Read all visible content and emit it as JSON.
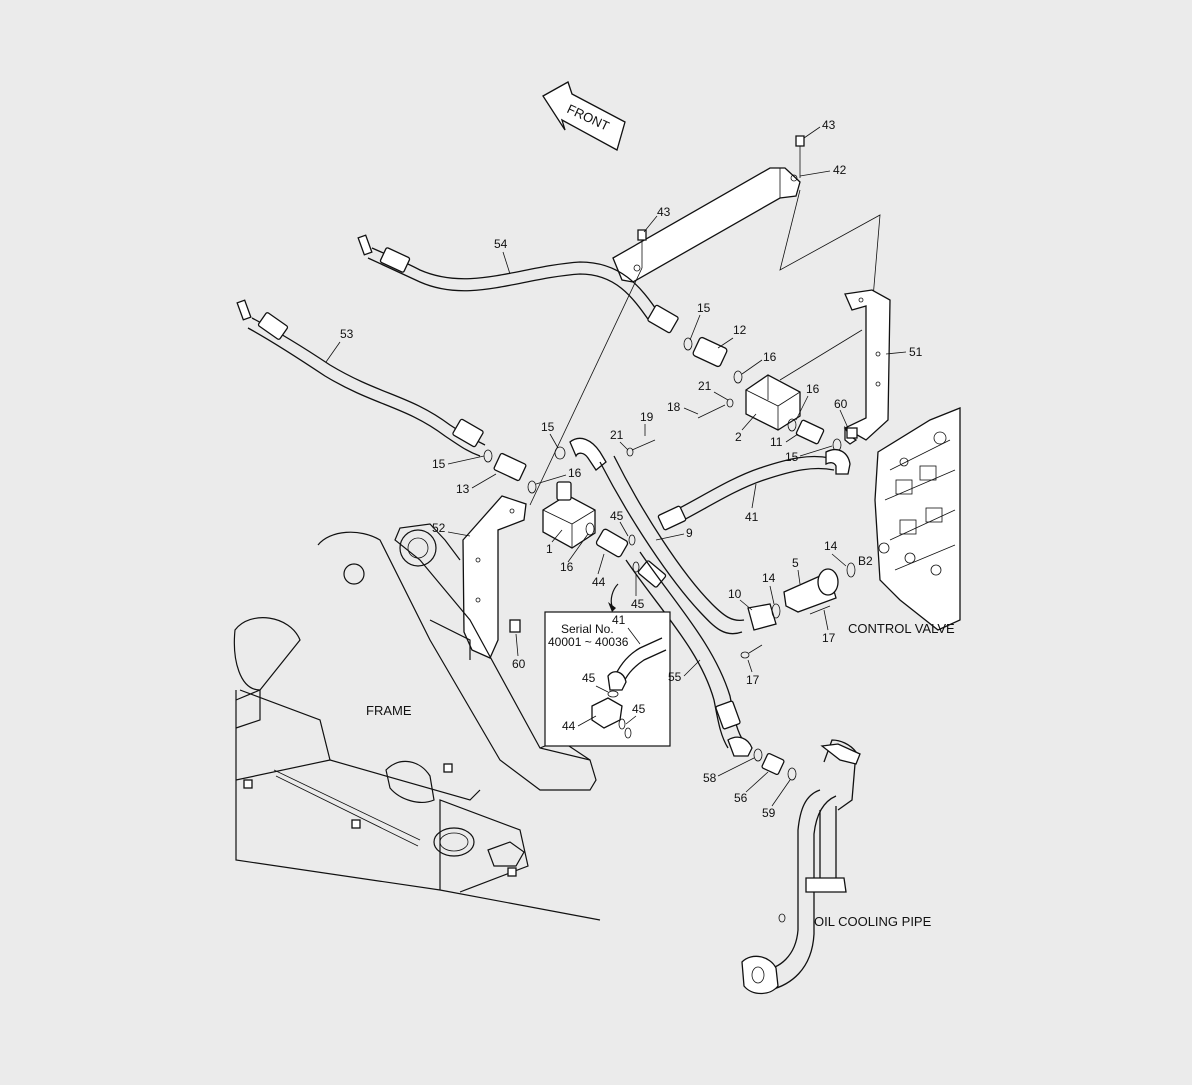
{
  "diagram": {
    "direction_label": "FRONT",
    "inset": {
      "serial_title": "Serial No.",
      "serial_range": "40001 ~ 40036"
    },
    "area_labels": {
      "frame": "FRAME",
      "control_valve": "CONTROL VALVE",
      "oil_cooling_pipe": "OIL COOLING PIPE",
      "port": "B2"
    },
    "callouts": [
      "43",
      "42",
      "43",
      "54",
      "15",
      "12",
      "16",
      "21",
      "18",
      "2",
      "16",
      "60",
      "51",
      "11",
      "15",
      "53",
      "15",
      "19",
      "21",
      "15",
      "13",
      "16",
      "41",
      "52",
      "1",
      "45",
      "9",
      "16",
      "44",
      "45",
      "14",
      "5",
      "14",
      "10",
      "17",
      "17",
      "60",
      "41",
      "55",
      "45",
      "45",
      "44",
      "58",
      "56",
      "59"
    ]
  }
}
